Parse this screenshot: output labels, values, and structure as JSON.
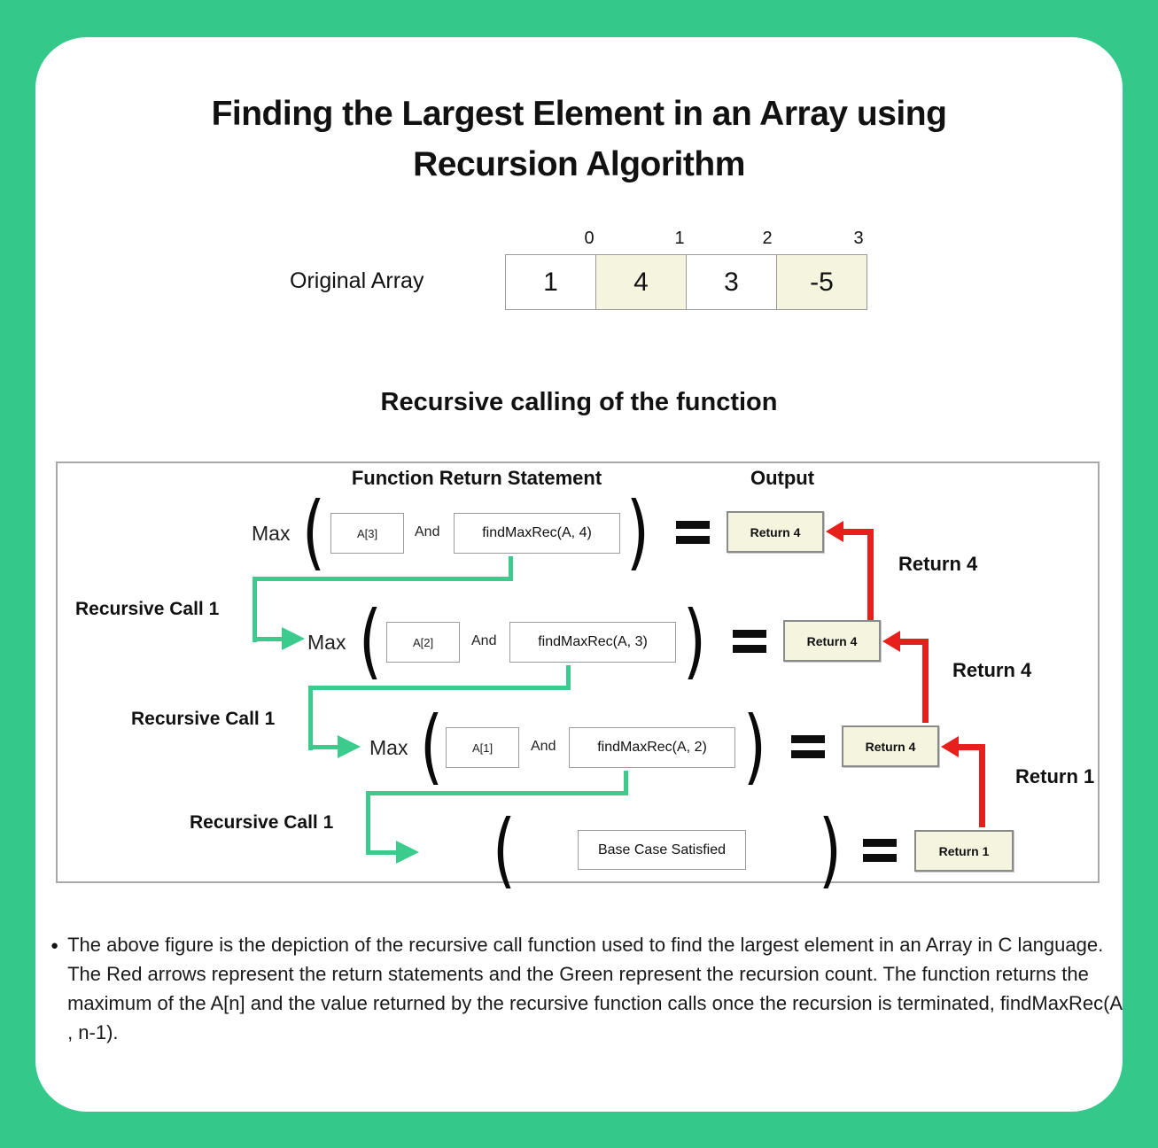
{
  "page": {
    "title_line1": "Finding the Largest Element in an Array using",
    "title_line2": "Recursion Algorithm"
  },
  "original_array": {
    "label": "Original Array",
    "indices": [
      "0",
      "1",
      "2",
      "3"
    ],
    "cells": [
      "1",
      "4",
      "3",
      "-5"
    ]
  },
  "section_heading": "Recursive calling of the function",
  "diagram": {
    "header_function": "Function Return Statement",
    "header_output": "Output",
    "paren_open": "(",
    "paren_close": ")",
    "max_label": "Max",
    "and_label": "And",
    "rows": [
      {
        "arg": "A[3]",
        "call": "findMaxRec(A, 4)",
        "output": "Return 4"
      },
      {
        "arg": "A[2]",
        "call": "findMaxRec(A, 3)",
        "output": "Return 4"
      },
      {
        "arg": "A[1]",
        "call": "findMaxRec(A, 2)",
        "output": "Return 4"
      }
    ],
    "base_row": {
      "label": "Base Case Satisfied",
      "output": "Return 1"
    },
    "recursive_call_labels": [
      "Recursive Call 1",
      "Recursive Call 1",
      "Recursive Call 1"
    ],
    "return_arrow_labels": [
      "Return 4",
      "Return 4",
      "Return 1"
    ]
  },
  "note": {
    "bullet": "●",
    "text": "The above figure is the depiction of the recursive call function used to find the largest element in an Array in C language. The Red arrows represent the return statements and the Green represent the recursion count. The function returns the maximum of the A[n] and the value returned by the recursive function calls once the recursion is terminated, findMaxRec(A , n-1)."
  },
  "colors": {
    "frame_green": "#34c98a",
    "arrow_green": "#3bcb8d",
    "arrow_red": "#e8201d",
    "highlight_cream": "#f4f4df"
  }
}
